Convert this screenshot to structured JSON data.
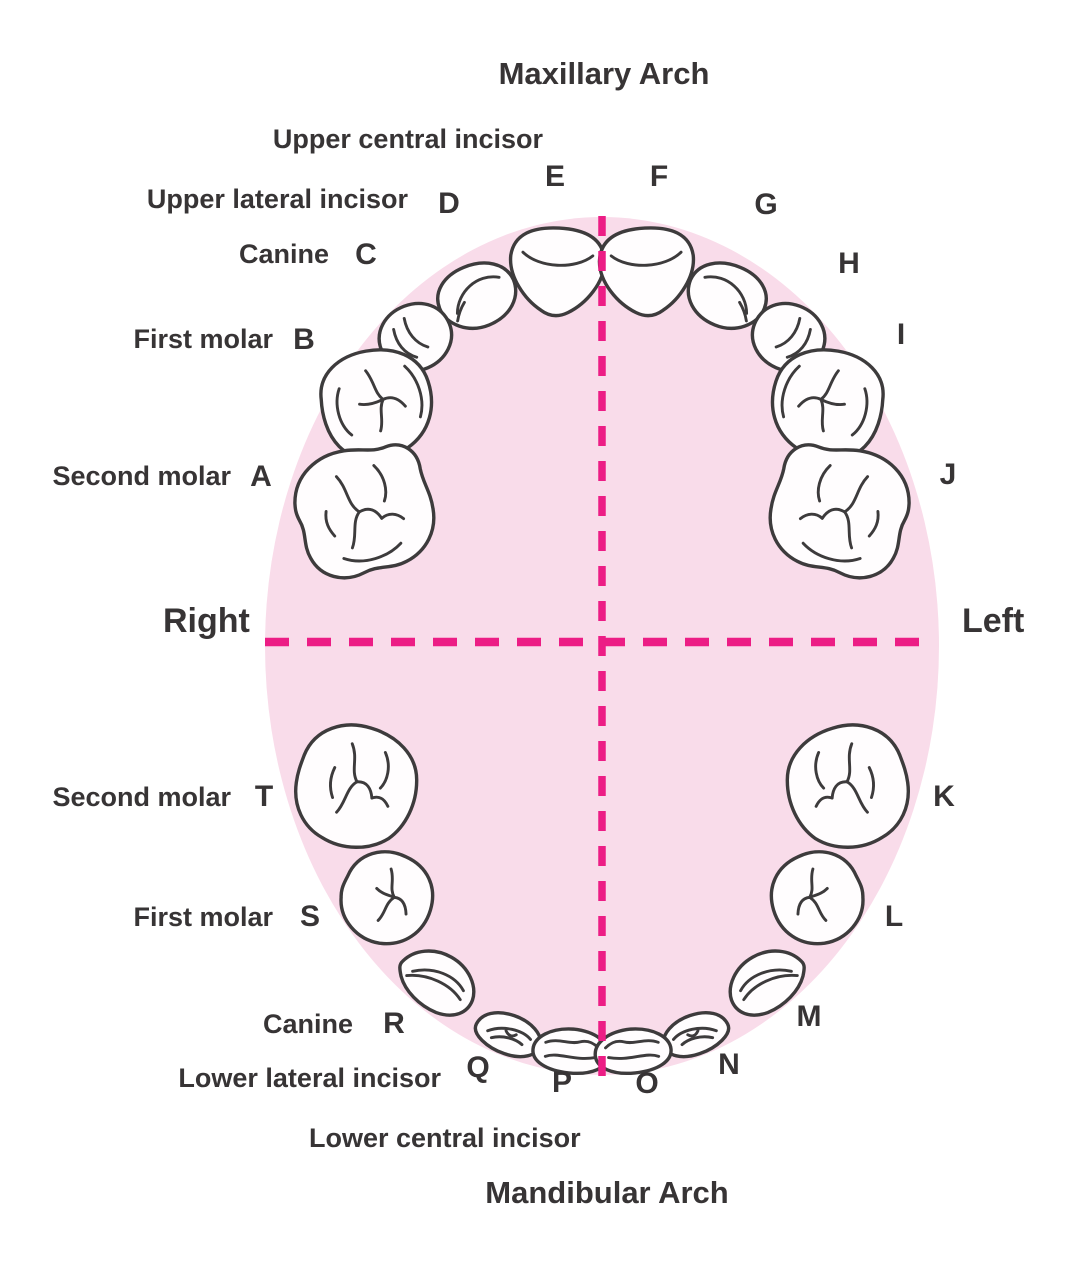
{
  "titles": {
    "maxillary": "Maxillary Arch",
    "mandibular": "Mandibular Arch"
  },
  "sides": {
    "right": "Right",
    "left": "Left"
  },
  "labels": {
    "upper_central_incisor": "Upper central incisor",
    "upper_lateral_incisor": "Upper lateral incisor",
    "upper_canine": "Canine",
    "upper_first_molar": "First molar",
    "upper_second_molar": "Second molar",
    "lower_second_molar": "Second molar",
    "lower_first_molar": "First molar",
    "lower_canine": "Canine",
    "lower_lateral_incisor": "Lower lateral incisor",
    "lower_central_incisor": "Lower central incisor"
  },
  "teeth": [
    {
      "letter": "A",
      "type": "Second molar",
      "arch": "maxillary",
      "side": "right"
    },
    {
      "letter": "B",
      "type": "First molar",
      "arch": "maxillary",
      "side": "right"
    },
    {
      "letter": "C",
      "type": "Canine",
      "arch": "maxillary",
      "side": "right"
    },
    {
      "letter": "D",
      "type": "Upper lateral incisor",
      "arch": "maxillary",
      "side": "right"
    },
    {
      "letter": "E",
      "type": "Upper central incisor",
      "arch": "maxillary",
      "side": "right"
    },
    {
      "letter": "F",
      "type": "Upper central incisor",
      "arch": "maxillary",
      "side": "left"
    },
    {
      "letter": "G",
      "type": "Upper lateral incisor",
      "arch": "maxillary",
      "side": "left"
    },
    {
      "letter": "H",
      "type": "Canine",
      "arch": "maxillary",
      "side": "left"
    },
    {
      "letter": "I",
      "type": "First molar",
      "arch": "maxillary",
      "side": "left"
    },
    {
      "letter": "J",
      "type": "Second molar",
      "arch": "maxillary",
      "side": "left"
    },
    {
      "letter": "K",
      "type": "Second molar",
      "arch": "mandibular",
      "side": "left"
    },
    {
      "letter": "L",
      "type": "First molar",
      "arch": "mandibular",
      "side": "left"
    },
    {
      "letter": "M",
      "type": "Canine",
      "arch": "mandibular",
      "side": "left"
    },
    {
      "letter": "N",
      "type": "Lower lateral incisor",
      "arch": "mandibular",
      "side": "left"
    },
    {
      "letter": "O",
      "type": "Lower central incisor",
      "arch": "mandibular",
      "side": "left"
    },
    {
      "letter": "P",
      "type": "Lower central incisor",
      "arch": "mandibular",
      "side": "right"
    },
    {
      "letter": "Q",
      "type": "Lower lateral incisor",
      "arch": "mandibular",
      "side": "right"
    },
    {
      "letter": "R",
      "type": "Canine",
      "arch": "mandibular",
      "side": "right"
    },
    {
      "letter": "S",
      "type": "First molar",
      "arch": "mandibular",
      "side": "right"
    },
    {
      "letter": "T",
      "type": "Second molar",
      "arch": "mandibular",
      "side": "right"
    }
  ],
  "colors": {
    "arch_bg": "#f9dcea",
    "midline_pink": "#ec1d85",
    "tooth_outline": "#3d3b3c",
    "tooth_fill": "#fffdfe",
    "text": "#373435"
  }
}
